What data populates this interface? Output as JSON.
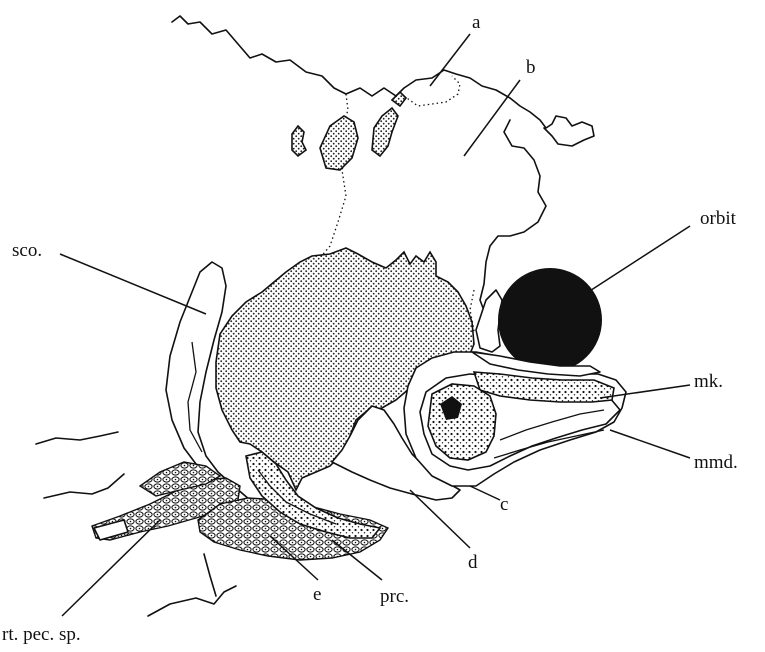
{
  "figure": {
    "labels": {
      "a": "a",
      "b": "b",
      "orbit": "orbit",
      "sco": "sco.",
      "mk": "mk.",
      "mmd": "mmd.",
      "c": "c",
      "d": "d",
      "e": "e",
      "prc": "prc.",
      "rt_pec_sp": "rt. pec. sp."
    }
  }
}
